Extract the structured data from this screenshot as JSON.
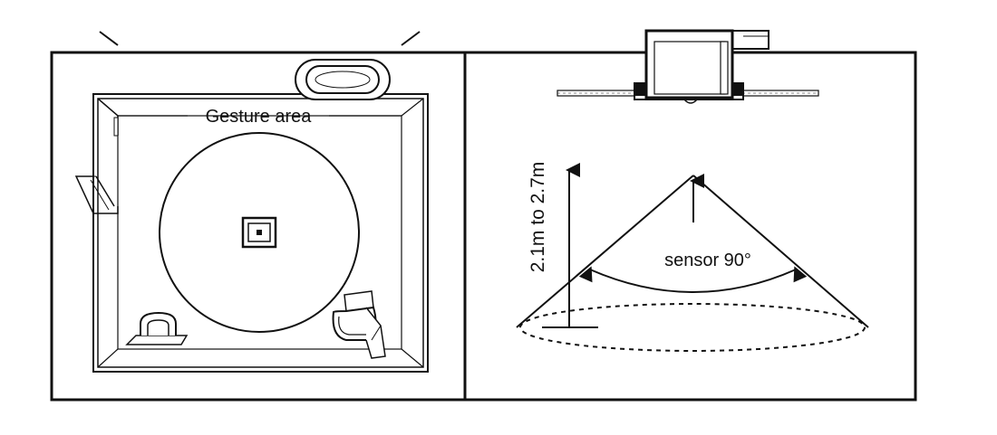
{
  "left_panel": {
    "gesture_label": "Gesture area"
  },
  "right_panel": {
    "height_label": "2.1m to 2.7m",
    "angle_label": "sensor 90°"
  },
  "colors": {
    "line": "#111111",
    "background": "#ffffff"
  }
}
